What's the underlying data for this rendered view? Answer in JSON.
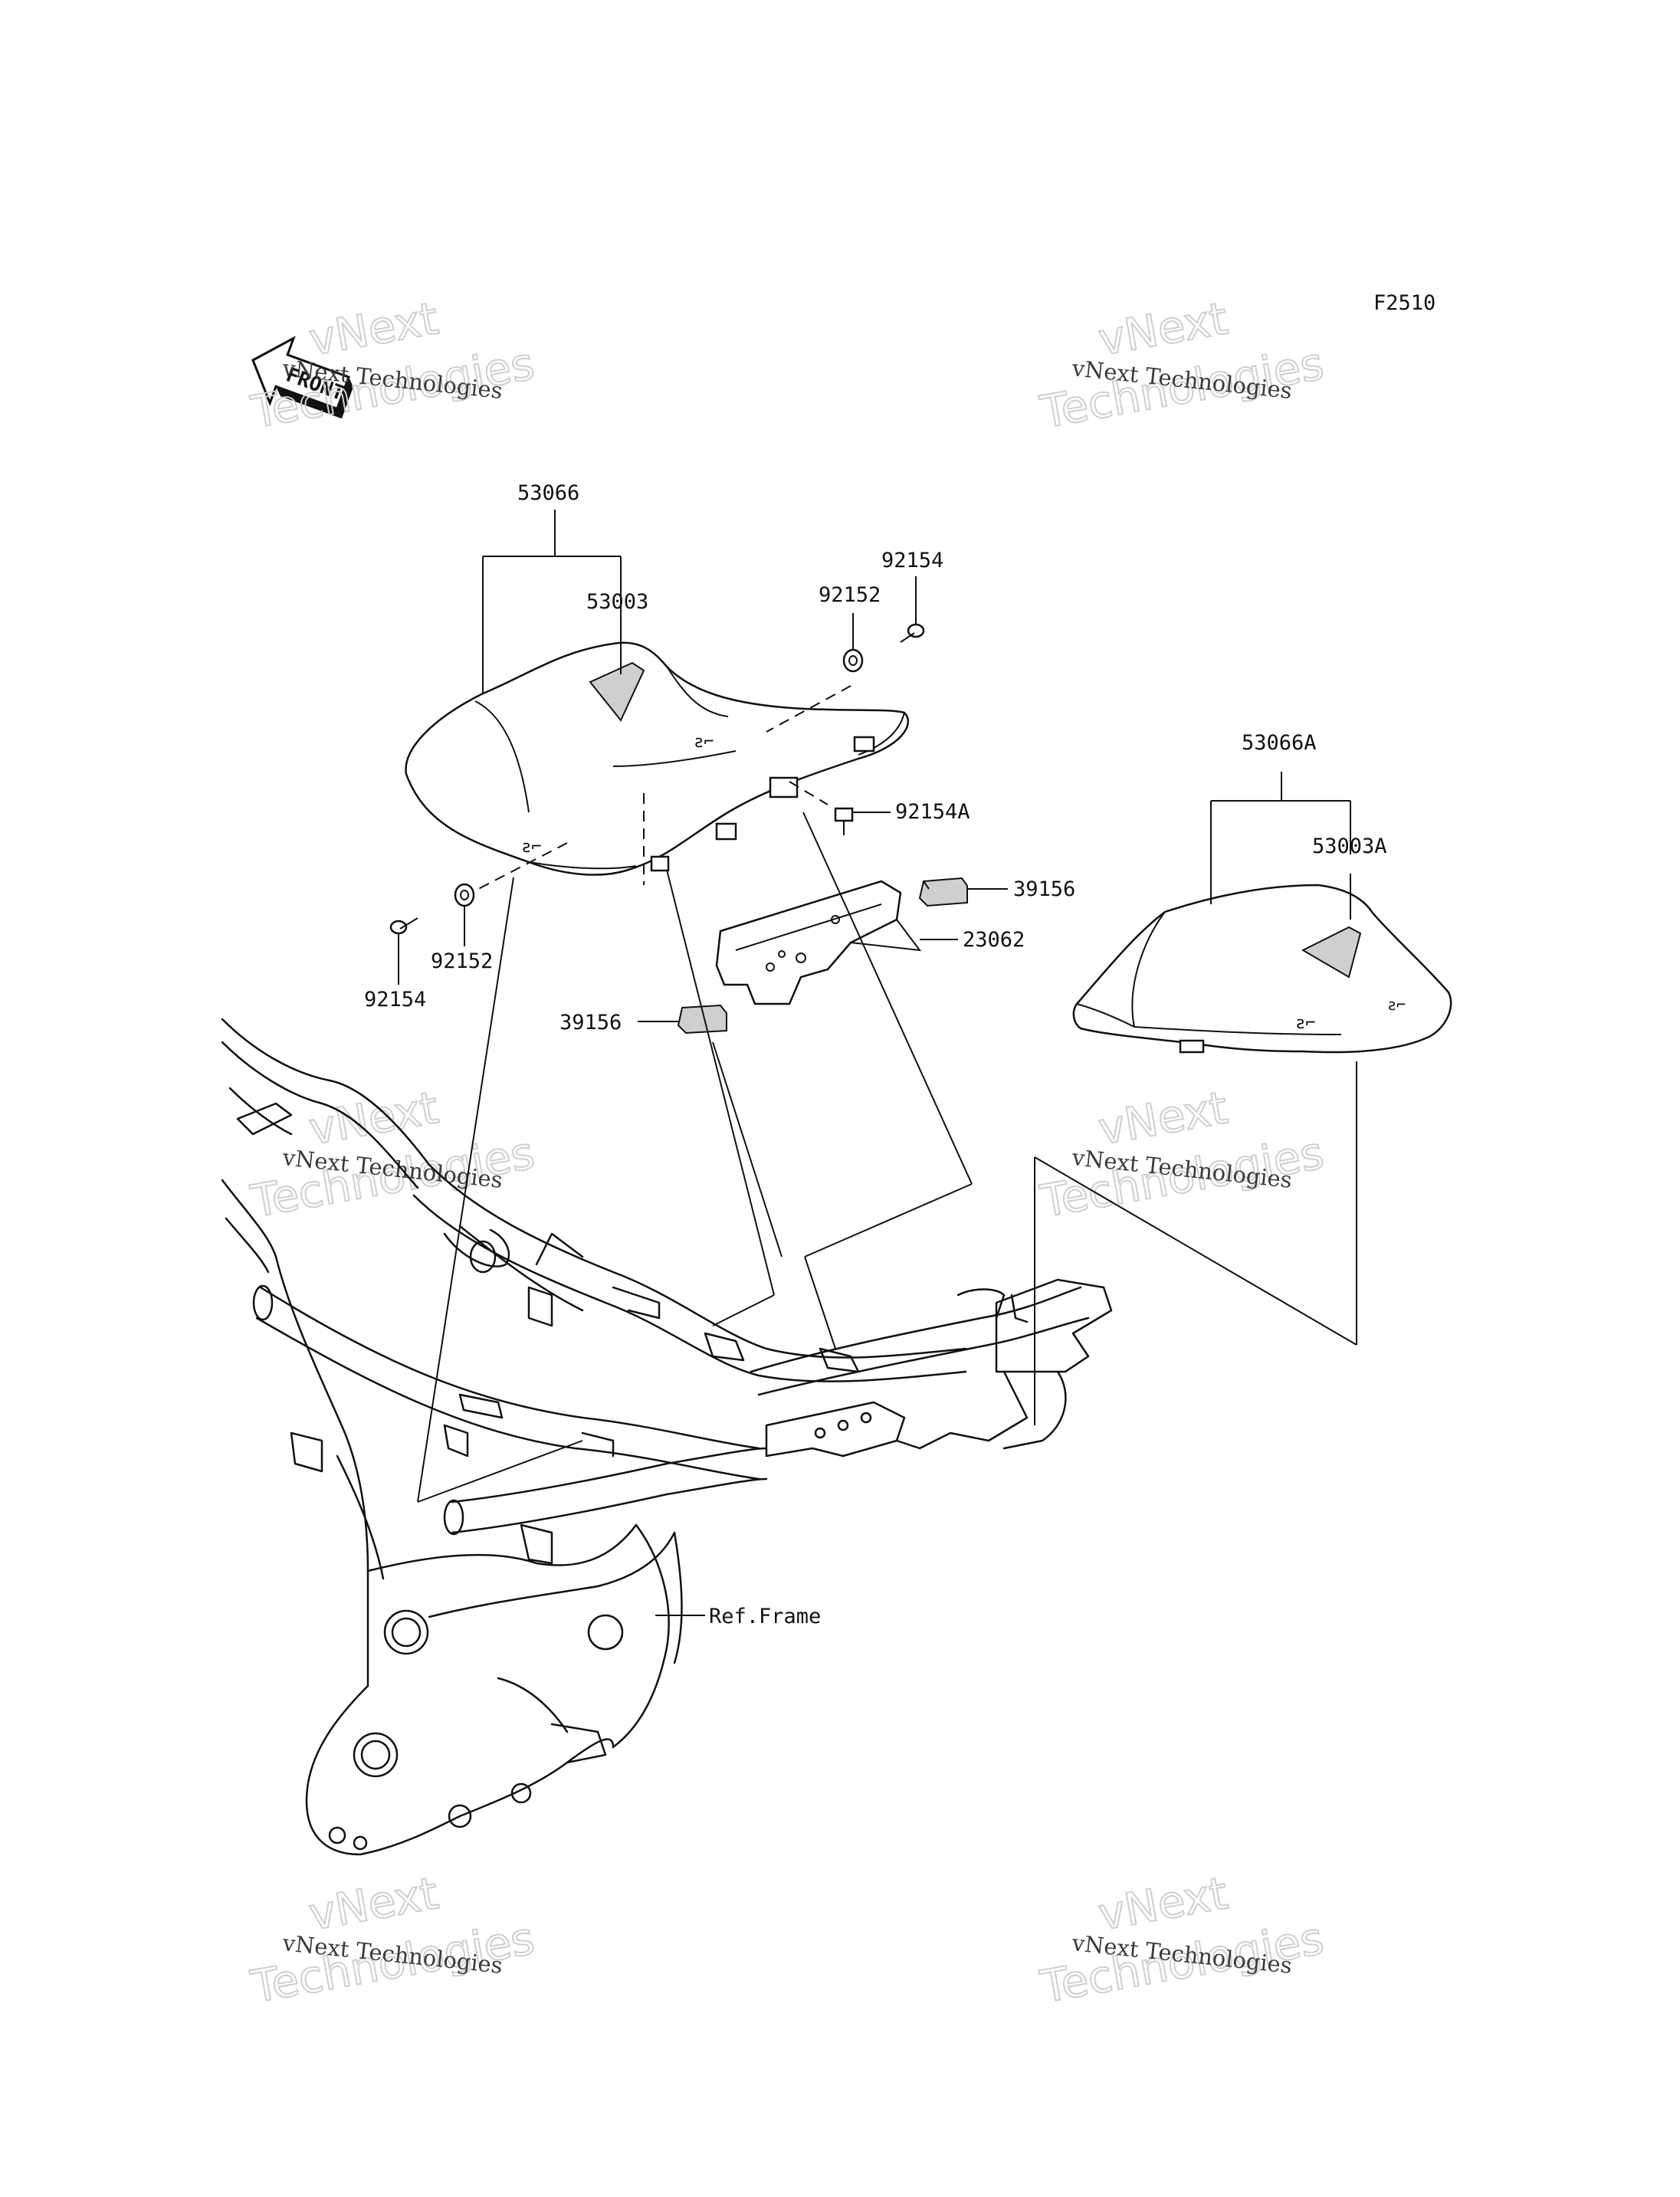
{
  "diagram_code": "F2510",
  "front_arrow": {
    "label": "FRONT"
  },
  "watermarks": [
    {
      "line1": "vNext Technologies",
      "line2": "vNext",
      "line3": "Technologies"
    },
    {
      "line1": "vNext Technologies",
      "line2": "vNext",
      "line3": "Technologies"
    },
    {
      "line1": "vNext Technologies",
      "line2": "vNext",
      "line3": "Technologies"
    },
    {
      "line1": "vNext Technologies",
      "line2": "vNext",
      "line3": "Technologies"
    },
    {
      "line1": "vNext Technologies",
      "line2": "vNext",
      "line3": "Technologies"
    },
    {
      "line1": "vNext Technologies",
      "line2": "vNext",
      "line3": "Technologies"
    }
  ],
  "part_labels": {
    "seat_assy": "53066",
    "seat": "53003",
    "bolt_top": "92154",
    "collar_top": "92152",
    "bolt_bracket": "92154A",
    "damper_right": "39156",
    "bracket": "23062",
    "damper_left": "39156",
    "collar_bottom": "92152",
    "bolt_bottom": "92154",
    "seat_cover_assy": "53066A",
    "seat_cover": "53003A",
    "ref_frame": "Ref.Frame"
  }
}
